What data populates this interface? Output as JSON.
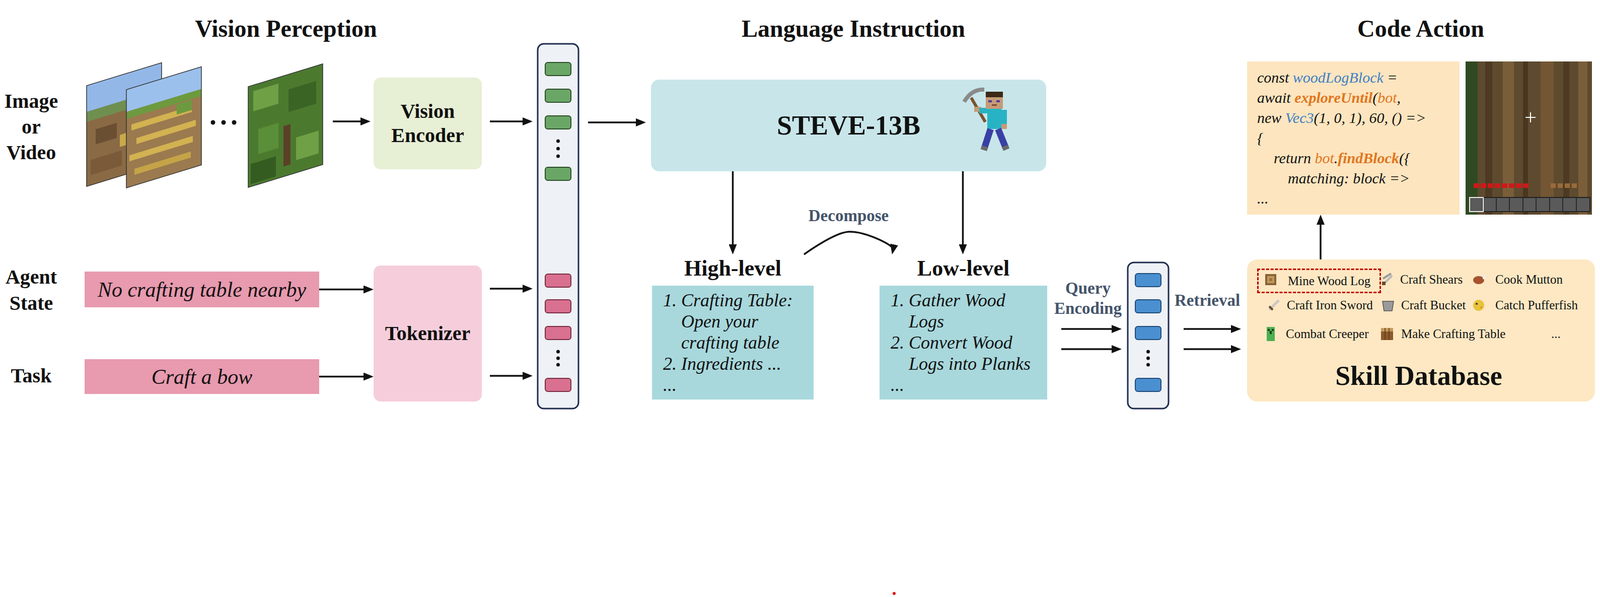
{
  "diagram": {
    "nodes": [
      {
        "text": [
          "Vision Encoder"
        ]
      },
      {
        "text": [
          "No crafting table nearby"
        ]
      },
      {
        "text": [
          "Craft a bow"
        ]
      },
      {
        "text": [
          "Tokenizer"
        ]
      },
      {
        "text": [
          "STEVE-13B"
        ]
      },
      {
        "text": [
          "High-level",
          "1. Crafting Table: Open your crafting table",
          "2. Ingredients ...",
          "..."
        ]
      },
      {
        "text": [
          "Low-level",
          "1. Gather Wood Logs",
          "2. Convert Wood Logs into Planks",
          "..."
        ]
      },
      {
        "text": [
          "const woodLogBlock =",
          "await exploreUntil(bot,",
          "new Vec3(1, 0, 1), 60, () =>",
          "{",
          "return bot.findBlock({",
          "matching: block =>",
          "..."
        ]
      },
      {
        "text": [
          "Craft Shears",
          "Cook Mutton",
          "Craft Iron Sword",
          "Craft Bucket",
          "Catch Pufferfish",
          "Combat Creeper",
          "Make Crafting Table",
          "...",
          "Skill Database"
        ]
      },
      {
        "text": [
          "Mine Wood Log"
        ],
        "in": 8
      }
    ],
    "edges": [
      {
        "from": 1,
        "to": 3,
        "arrow": "to"
      },
      {
        "from": 2,
        "to": 3,
        "arrow": "to"
      },
      {
        "from": 4,
        "to": 5,
        "arrow": "to"
      },
      {
        "from": 4,
        "to": 6,
        "arrow": "to"
      },
      {
        "from": 5,
        "to": 6,
        "label": "Decompose",
        "arrow": "to"
      },
      {
        "from": 8,
        "to": 7,
        "arrow": "to"
      }
    ],
    "labels": [
      "Vision Perception",
      "Language Instruction",
      "Code Action",
      "Image or Video",
      "Agent State",
      "Task",
      "Query Encoding",
      "Retrieval"
    ]
  }
}
